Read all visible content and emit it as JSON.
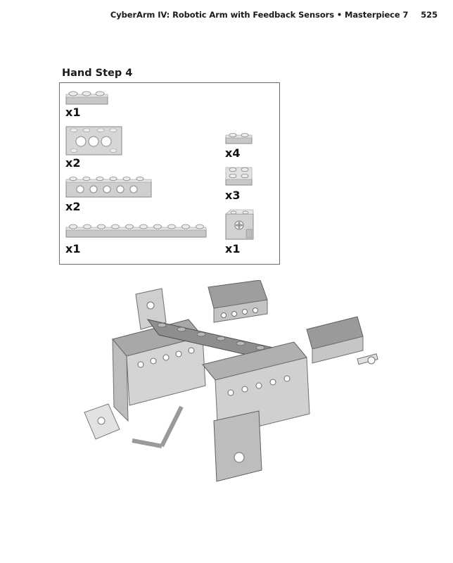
{
  "header": {
    "running_title": "CyberArm IV: Robotic Arm with Feedback Sensors",
    "bullet": "•",
    "chapter": "Masterpiece 7",
    "page_number": "525"
  },
  "step": {
    "title": "Hand Step 4"
  },
  "parts": [
    {
      "id": "plate-1x3",
      "qty": "x1"
    },
    {
      "id": "technic-brick-2x4-holes",
      "qty": "x2"
    },
    {
      "id": "technic-brick-1x6",
      "qty": "x2"
    },
    {
      "id": "plate-1x10",
      "qty": "x1"
    },
    {
      "id": "plate-1x2",
      "qty": "x4"
    },
    {
      "id": "plate-2x2",
      "qty": "x3"
    },
    {
      "id": "technic-brick-2x2-axle-hole",
      "qty": "x1"
    }
  ],
  "colors": {
    "part_light": "#d9d9d9",
    "part_mid": "#bdbdbd",
    "part_dark": "#8a8a8a",
    "border": "#6b6b6b"
  }
}
